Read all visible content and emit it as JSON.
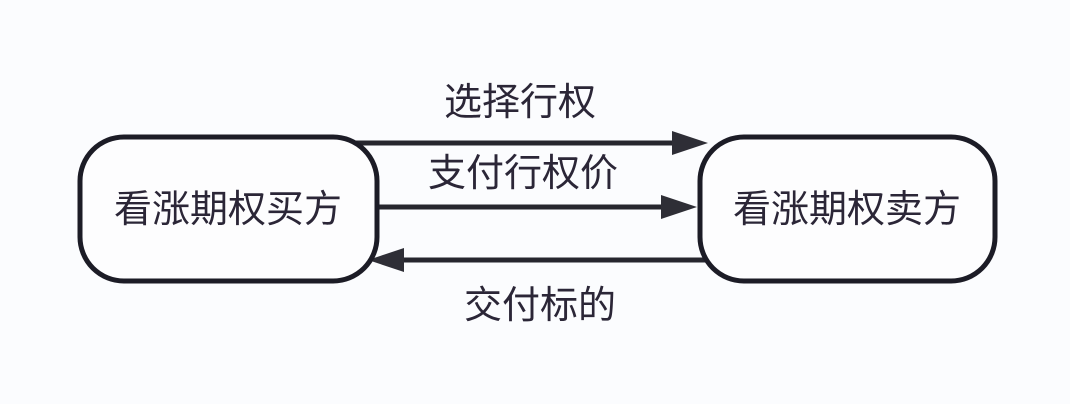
{
  "diagram": {
    "type": "flow-diagram",
    "topic": "call option exercise flow",
    "colors": {
      "background": "#fbfcfe",
      "node_fill": "#fdfdfe",
      "node_stroke": "#1c1c26",
      "arrow": "#26262e",
      "text": "#2b2637"
    },
    "nodes": [
      {
        "id": "call-buyer",
        "label": "看涨期权买方"
      },
      {
        "id": "call-seller",
        "label": "看涨期权卖方"
      }
    ],
    "edges": [
      {
        "from": "call-buyer",
        "to": "call-seller",
        "direction": "right",
        "label": "选择行权"
      },
      {
        "from": "call-buyer",
        "to": "call-seller",
        "direction": "right",
        "label": "支付行权价"
      },
      {
        "from": "call-seller",
        "to": "call-buyer",
        "direction": "left",
        "label": "交付标的"
      }
    ]
  }
}
